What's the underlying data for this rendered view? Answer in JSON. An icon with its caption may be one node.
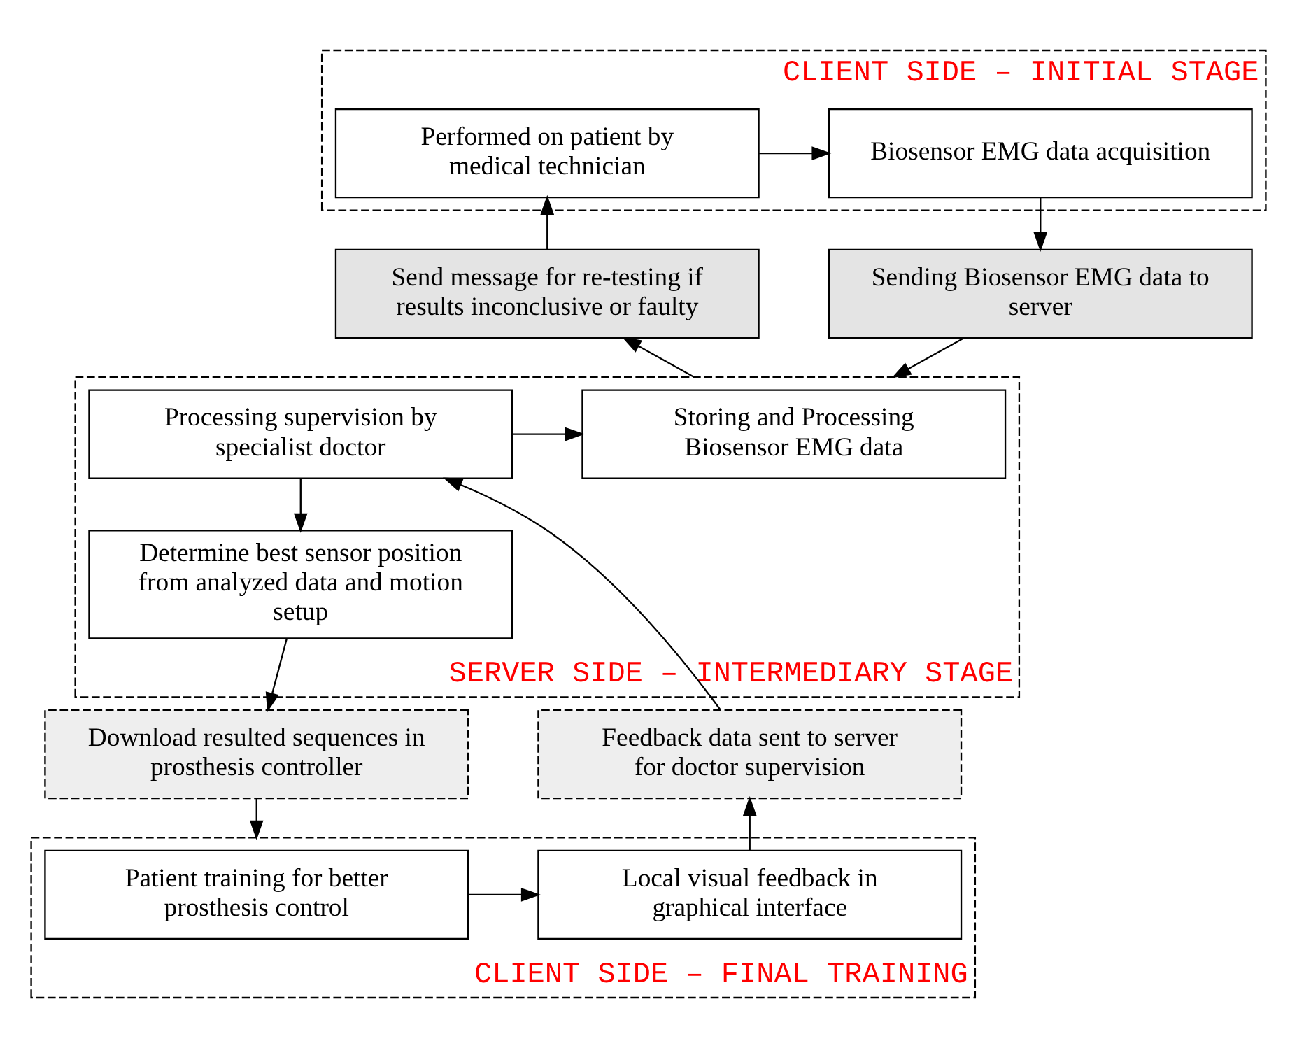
{
  "diagram": {
    "nodes": [
      {
        "text": [
          "CLIENT SIDE – INITIAL STAGE"
        ]
      },
      {
        "text": [
          "Biosensor EMG data acquisition"
        ],
        "in": 0
      },
      {
        "text": [
          "Performed on patient by medical technician"
        ],
        "in": 0
      },
      {
        "text": [
          "Sending Biosensor EMG data to server"
        ]
      },
      {
        "text": [
          "Send message for re-testing if results inconclusive or faulty"
        ]
      },
      {
        "text": [
          "SERVER SIDE – INTERMEDIARY STAGE"
        ]
      },
      {
        "text": [
          "Storing and Processing Biosensor EMG data"
        ],
        "in": 5
      },
      {
        "text": [
          "Processing supervision by specialist doctor"
        ],
        "in": 5
      },
      {
        "text": [
          "Determine best sensor position from analyzed data and motion setup"
        ],
        "in": 5
      },
      {
        "text": [
          "Download resulted sequences in prosthesis controller"
        ]
      },
      {
        "text": [
          "Feedback data sent to server for doctor supervision"
        ]
      },
      {
        "text": [
          "CLIENT SIDE – FINAL TRAINING"
        ]
      },
      {
        "text": [
          "Patient training for better prosthesis control"
        ],
        "in": 11
      },
      {
        "text": [
          "Local visual feedback in graphical interface"
        ],
        "in": 11
      }
    ],
    "edges": [
      {
        "from": 2,
        "to": 1,
        "arrow": "to"
      },
      {
        "from": 1,
        "to": 3,
        "arrow": "to"
      },
      {
        "from": 3,
        "to": 5,
        "arrow": "to"
      },
      {
        "from": 7,
        "to": 6,
        "arrow": "to"
      },
      {
        "from": 7,
        "to": 8,
        "arrow": "to"
      },
      {
        "from": 8,
        "to": 9,
        "arrow": "to"
      },
      {
        "from": 9,
        "to": 11,
        "arrow": "to"
      },
      {
        "from": 12,
        "to": 13,
        "arrow": "to"
      },
      {
        "from": 13,
        "to": 10,
        "arrow": "to"
      },
      {
        "from": 10,
        "to": 7,
        "arrow": "to"
      },
      {
        "from": 5,
        "to": 4,
        "arrow": "to"
      },
      {
        "from": 4,
        "to": 2,
        "arrow": "to"
      }
    ]
  }
}
